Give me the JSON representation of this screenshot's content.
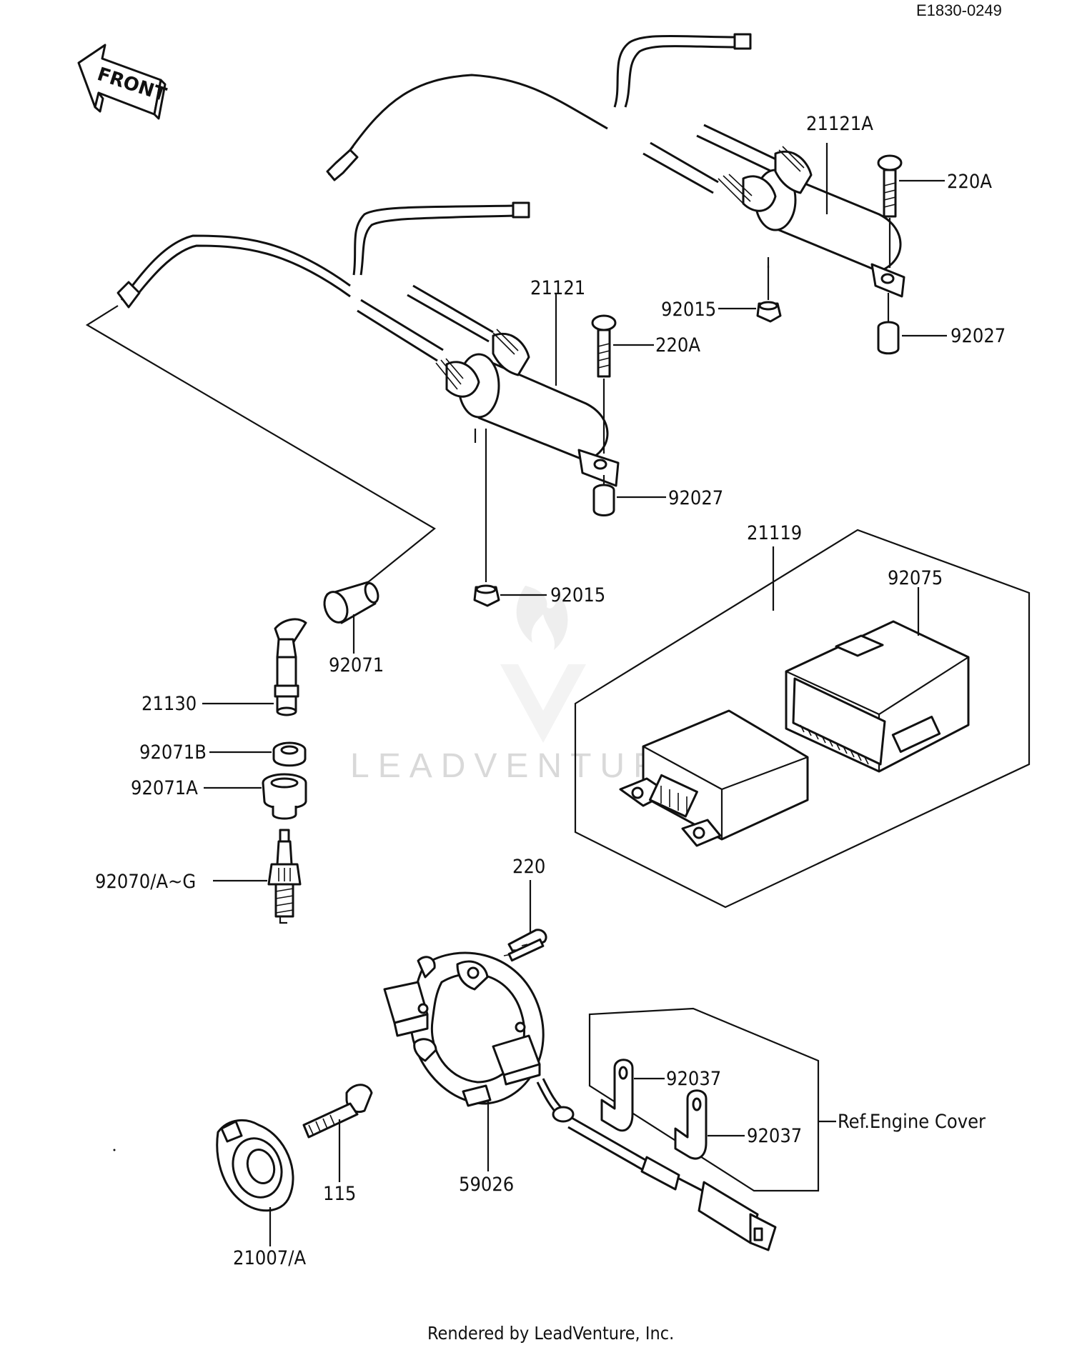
{
  "doc_code": "E1830-0249",
  "front_arrow": {
    "label": "FRONT",
    "icon": "front-arrow-icon"
  },
  "watermark": {
    "brand": "LEADVENTURE",
    "icon": "leadventure-flame-logo"
  },
  "footer": "Rendered by LeadVenture, Inc.",
  "labels": {
    "p21121A": "21121A",
    "p220A_top": "220A",
    "p92015_top": "92015",
    "p92027_top": "92027",
    "p21121": "21121",
    "p220A_mid": "220A",
    "p92027_mid": "92027",
    "p92015_mid": "92015",
    "p21119": "21119",
    "p92075": "92075",
    "p92071": "92071",
    "p21130": "21130",
    "p92071B": "92071B",
    "p92071A": "92071A",
    "p92070": "92070/A~G",
    "p220": "220",
    "p92037_a": "92037",
    "p92037_b": "92037",
    "ref_engine_cover": "Ref.Engine Cover",
    "p115": "115",
    "p59026": "59026",
    "p21007": "21007/A"
  }
}
